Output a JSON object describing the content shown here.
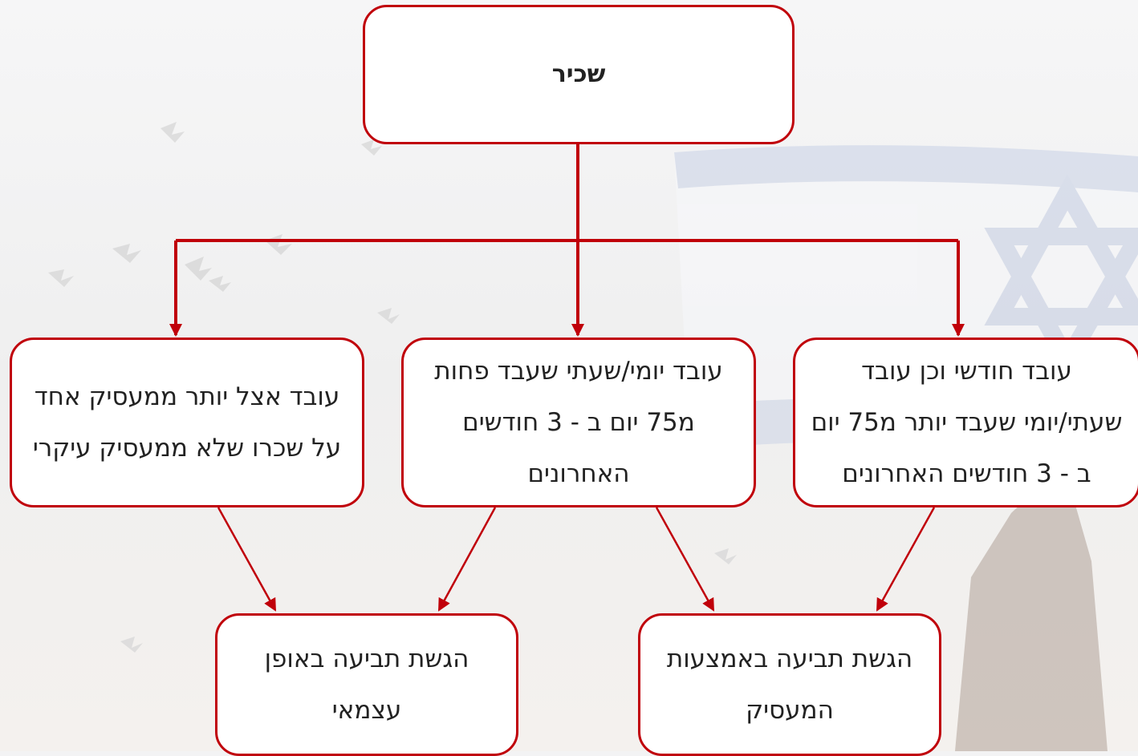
{
  "colors": {
    "accent": "#c0000a",
    "box_fill": "#ffffff",
    "text": "#222222"
  },
  "nodes": {
    "root": "שכיר",
    "left": "עובד אצל יותר ממעסיק אחד על שכרו שלא ממעסיק עיקרי",
    "middle": "עובד יומי/שעתי שעבד פחות מ75 יום ב - 3 חודשים האחרונים",
    "right": "עובד חודשי וכן עובד שעתי/יומי שעבד יותר מ75 יום ב - 3 חודשים האחרונים",
    "bottom_left": "הגשת תביעה באופן עצמאי",
    "bottom_right": "הגשת תביעה באמצעות המעסיק"
  },
  "edges": [
    {
      "from": "root",
      "to": "left"
    },
    {
      "from": "root",
      "to": "middle"
    },
    {
      "from": "root",
      "to": "right"
    },
    {
      "from": "left",
      "to": "bottom_left"
    },
    {
      "from": "middle",
      "to": "bottom_left"
    },
    {
      "from": "middle",
      "to": "bottom_right"
    },
    {
      "from": "right",
      "to": "bottom_right"
    }
  ]
}
